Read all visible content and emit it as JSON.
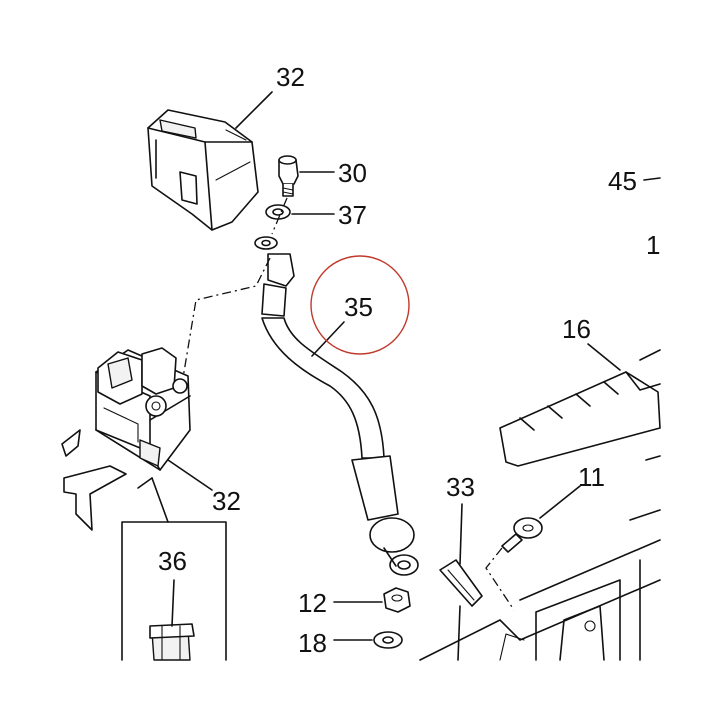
{
  "callouts": {
    "c32_top": "32",
    "c30": "30",
    "c37": "37",
    "c45": "45",
    "c1": "1",
    "c35": "35",
    "c16": "16",
    "c32_bottom": "32",
    "c33": "33",
    "c11": "11",
    "c36": "36",
    "c12": "12",
    "c18": "18"
  },
  "colors": {
    "line": "#111111",
    "highlight_circle": "#c0392b",
    "background": "#ffffff"
  }
}
